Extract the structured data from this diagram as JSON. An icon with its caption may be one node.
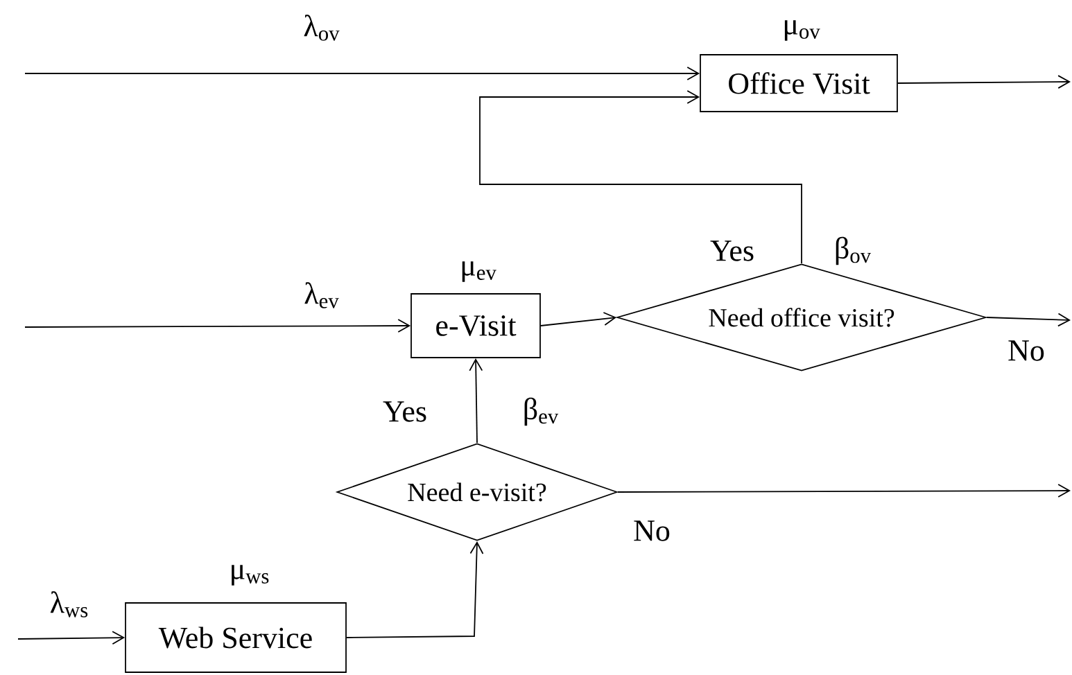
{
  "diagram": {
    "nodes": [
      {
        "text": [
          "Office Visit"
        ],
        "beside": [
          "μ$_{ov}$"
        ]
      },
      {
        "text": [
          "e-Visit"
        ],
        "beside": [
          "μ$_{ev}$"
        ]
      },
      {
        "text": [
          "Need office visit?"
        ],
        "beside": [
          "β$_{ov}$"
        ]
      },
      {
        "text": [
          "Need e-visit?"
        ],
        "beside": [
          "β$_{ev}$"
        ]
      },
      {
        "text": [
          "Web Service"
        ],
        "beside": [
          "μ$_{ws}$"
        ]
      }
    ],
    "edges": [
      {
        "from": null,
        "to": 0,
        "arrow": "to",
        "label": "λ$_{ov}$"
      },
      {
        "from": 0,
        "to": null,
        "arrow": "to"
      },
      {
        "from": 2,
        "to": 0,
        "arrow": "to",
        "label": "Yes"
      },
      {
        "from": null,
        "to": 1,
        "arrow": "to",
        "label": "λ$_{ev}$"
      },
      {
        "from": 1,
        "to": 2,
        "arrow": "to"
      },
      {
        "from": 2,
        "to": null,
        "arrow": "to",
        "label": "No"
      },
      {
        "from": 3,
        "to": 1,
        "arrow": "to",
        "label": "Yes"
      },
      {
        "from": 3,
        "to": null,
        "arrow": "to",
        "label": "No"
      },
      {
        "from": null,
        "to": 4,
        "arrow": "to",
        "label": "λ$_{ws}$"
      },
      {
        "from": 4,
        "to": 3,
        "arrow": "to"
      }
    ]
  }
}
